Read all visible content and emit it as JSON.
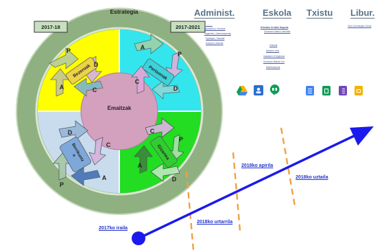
{
  "diagram": {
    "title": "Estrategia",
    "label_left": "2017-18",
    "label_right": "2017-2021",
    "center_label": "Emaitzak",
    "quadrants": [
      {
        "name": "Bezeroak",
        "color": "#ffff00",
        "letters": {
          "P": "P",
          "D": "D",
          "A": "A",
          "C": "C"
        }
      },
      {
        "name": "Pertsonak",
        "color": "#33e6ee",
        "letters": {
          "A": "A",
          "P": "P",
          "C": "C",
          "D": "D"
        }
      },
      {
        "name": "Gizartea",
        "color": "#22dd22",
        "letters": {
          "A": "A",
          "P": "P",
          "D": "D",
          "C": "C"
        }
      },
      {
        "name": "Berrikuntz\na",
        "color": "#c9dced",
        "letters": {
          "D": "D",
          "C": "C",
          "P": "P",
          "A": "A"
        }
      }
    ],
    "ring_color": "#8fb080",
    "center_color": "#d3a0be"
  },
  "columns": [
    {
      "title": "Administ."
    },
    {
      "title": "Eskola"
    },
    {
      "title": "Txistu"
    },
    {
      "title": "Libur."
    }
  ],
  "tiny_links": {
    "admin": [
      "...........",
      "Idazkaritza | Gestioak",
      "Iragarkiak | Jakinarazpenak",
      "Egutegia | Txandak",
      "Kanpora | Irteerak"
    ],
    "eskola": [
      "Eskolako Orrialde Nagusia",
      "Gurasoen Atariko Sarbidea",
      "eSkolak",
      "Ikasleen orria",
      "Irakasleen Erregistroa",
      "Gurasoen Bilerak Orri",
      "Matrikulazioak"
    ],
    "libur": [
      "Gela Liburutegiko Orriak"
    ]
  },
  "app_icons": {
    "left": [
      "drive-icon",
      "classroom-icon",
      "hangouts-icon"
    ],
    "right": [
      "docs-icon",
      "sheets-icon",
      "forms-icon",
      "slides-icon"
    ]
  },
  "timeline": {
    "items": [
      {
        "label": "2017ko iraila"
      },
      {
        "label": "2018ko urtarrila"
      },
      {
        "label": "2018ko apirila"
      },
      {
        "label": "2018ko uztaila"
      }
    ],
    "arrow_color": "#1a1aee",
    "divider_color": "#f0a040"
  }
}
